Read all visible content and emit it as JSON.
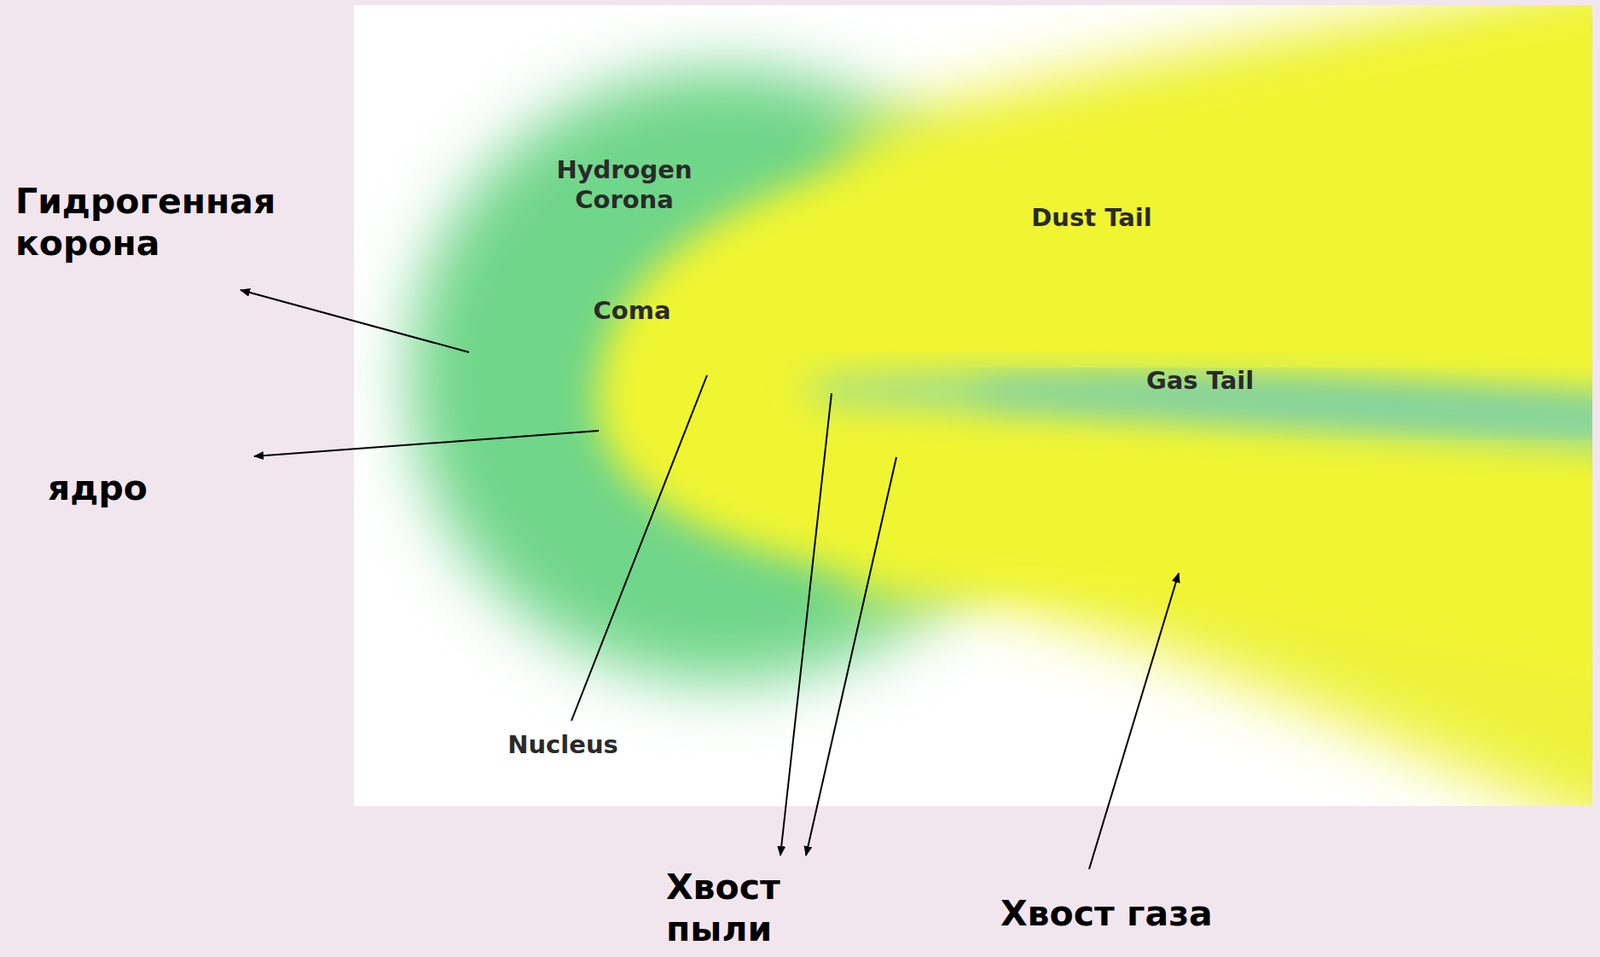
{
  "diagram": {
    "labels": [
      "Гидрогенная корона",
      "Hydrogen Corona",
      "Dust Tail",
      "Coma",
      "Gas Tail",
      "ядро",
      "Nucleus",
      "Хвост пыли",
      "Хвост газа"
    ]
  }
}
